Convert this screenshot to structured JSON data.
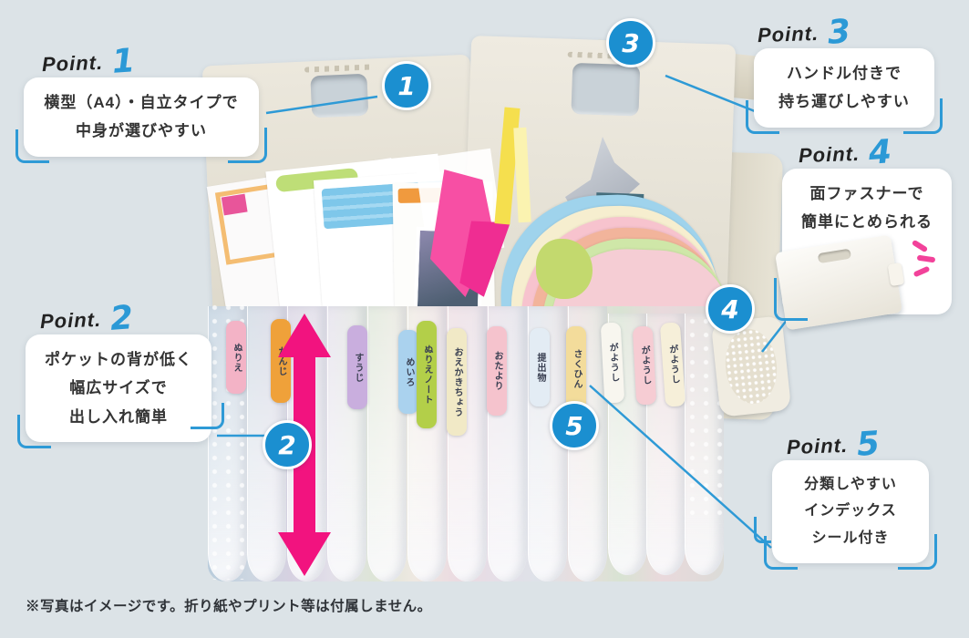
{
  "colors": {
    "background": "#dce3e7",
    "accent_blue": "#2e9ad6",
    "marker_blue": "#1b8fd0",
    "number_blue": "#2b99d6",
    "arrow_pink": "#f2137f"
  },
  "points": [
    {
      "heading": "Point.",
      "number": "1",
      "lines": [
        "横型（A4）・自立タイプで",
        "中身が選びやすい"
      ]
    },
    {
      "heading": "Point.",
      "number": "2",
      "lines": [
        "ポケットの背が低く",
        "幅広サイズで",
        "出し入れ簡単"
      ]
    },
    {
      "heading": "Point.",
      "number": "3",
      "lines": [
        "ハンドル付きで",
        "持ち運びしやすい"
      ]
    },
    {
      "heading": "Point.",
      "number": "4",
      "lines": [
        "面ファスナーで",
        "簡単にとめられる"
      ]
    },
    {
      "heading": "Point.",
      "number": "5",
      "lines": [
        "分類しやすい",
        "インデックス",
        "シール付き"
      ]
    }
  ],
  "markers": [
    "1",
    "2",
    "3",
    "4",
    "5"
  ],
  "tabs": [
    {
      "label": "ぬりえ",
      "color": "#f3b3c6"
    },
    {
      "label": "かんじ",
      "color": "#efa13a"
    },
    {
      "label": "すうじ",
      "color": "#c9aede"
    },
    {
      "label": "めいろ",
      "color": "#aad2ee"
    },
    {
      "label": "ぬりえノート",
      "color": "#b3cf49"
    },
    {
      "label": "おえかきちょう",
      "color": "#f1e9c6"
    },
    {
      "label": "おたより",
      "color": "#f5c3cd"
    },
    {
      "label": "提出物",
      "color": "#e3ecf4"
    },
    {
      "label": "さくひん",
      "color": "#f3dc9b"
    },
    {
      "label": "がようし",
      "color": "#f8f6ef"
    },
    {
      "label": "がようし",
      "color": "#f6ccd3"
    },
    {
      "label": "がようし",
      "color": "#f6efd9"
    }
  ],
  "caption": "※写真はイメージです。折り紙やプリント等は付属しません。"
}
